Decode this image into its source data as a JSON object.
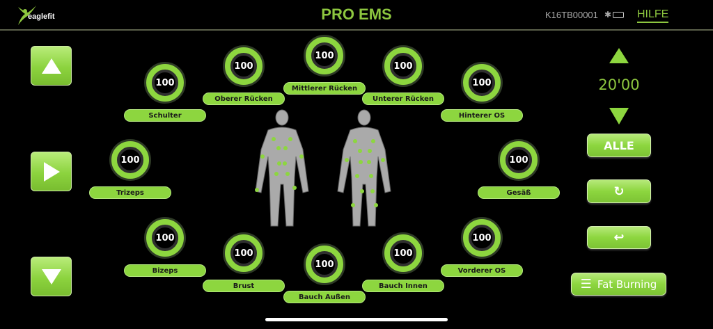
{
  "header": {
    "logo": "eaglefit",
    "title": "PRO EMS",
    "device_id": "K16TB00001",
    "bluetooth_icon": "bluetooth-icon",
    "battery_icon": "battery-icon",
    "help_label": "HILFE"
  },
  "nav": {
    "up": "arrow-up-icon",
    "play": "play-icon",
    "down": "arrow-down-icon"
  },
  "muscles": [
    {
      "label": "Schulter",
      "value": "100"
    },
    {
      "label": "Oberer Rücken",
      "value": "100"
    },
    {
      "label": "Mittlerer Rücken",
      "value": "100"
    },
    {
      "label": "Unterer Rücken",
      "value": "100"
    },
    {
      "label": "Hinterer OS",
      "value": "100"
    },
    {
      "label": "Trizeps",
      "value": "100"
    },
    {
      "label": "Gesäß",
      "value": "100"
    },
    {
      "label": "Bizeps",
      "value": "100"
    },
    {
      "label": "Brust",
      "value": "100"
    },
    {
      "label": "Bauch Außen",
      "value": "100"
    },
    {
      "label": "Bauch Innen",
      "value": "100"
    },
    {
      "label": "Vorderer OS",
      "value": "100"
    }
  ],
  "controls": {
    "time": "20'00",
    "all_label": "ALLE",
    "refresh_icon": "refresh-icon",
    "undo_icon": "undo-icon",
    "program_label": "Fat Burning",
    "menu_icon": "menu-icon"
  },
  "colors": {
    "accent": "#8dd63f",
    "title": "#8dc63f",
    "background": "#000000"
  }
}
